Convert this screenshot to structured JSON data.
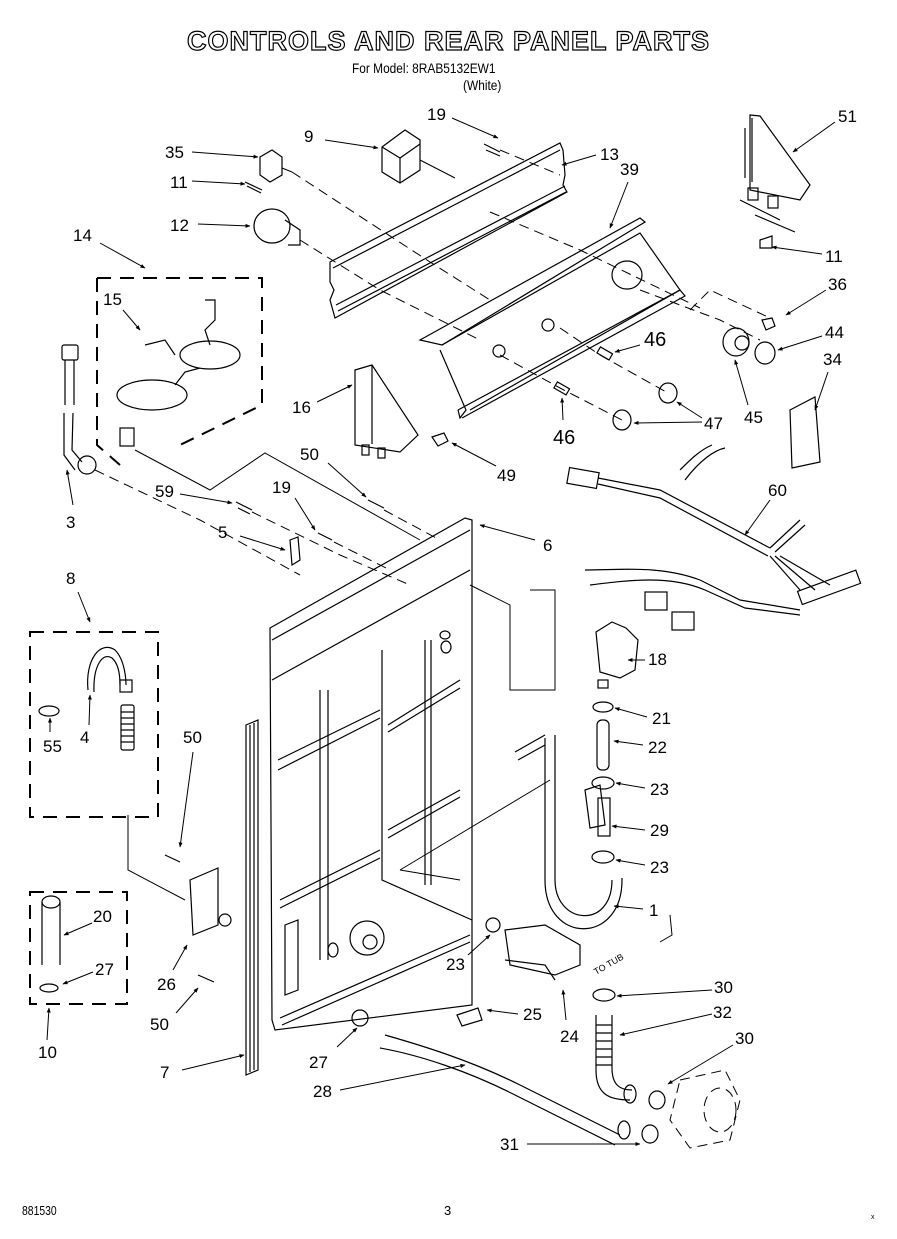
{
  "header": {
    "title": "CONTROLS AND REAR PANEL PARTS",
    "model_line": "For Model: 8RAB5132EW1",
    "color_line": "(White)"
  },
  "footer": {
    "doc_number": "881530",
    "page_number": "3",
    "mark": "x"
  },
  "annotation": {
    "to_tub": "TO TUB"
  },
  "callouts": [
    {
      "id": "c-19-top",
      "label": "19"
    },
    {
      "id": "c-9",
      "label": "9"
    },
    {
      "id": "c-35",
      "label": "35"
    },
    {
      "id": "c-13",
      "label": "13"
    },
    {
      "id": "c-39",
      "label": "39"
    },
    {
      "id": "c-51",
      "label": "51"
    },
    {
      "id": "c-11-top",
      "label": "11"
    },
    {
      "id": "c-12",
      "label": "12"
    },
    {
      "id": "c-11-right",
      "label": "11"
    },
    {
      "id": "c-36",
      "label": "36"
    },
    {
      "id": "c-14",
      "label": "14"
    },
    {
      "id": "c-15",
      "label": "15"
    },
    {
      "id": "c-46-a",
      "label": "46"
    },
    {
      "id": "c-44",
      "label": "44"
    },
    {
      "id": "c-34",
      "label": "34"
    },
    {
      "id": "c-45",
      "label": "45"
    },
    {
      "id": "c-47",
      "label": "47"
    },
    {
      "id": "c-46-b",
      "label": "46"
    },
    {
      "id": "c-16",
      "label": "16"
    },
    {
      "id": "c-50-top",
      "label": "50"
    },
    {
      "id": "c-49",
      "label": "49"
    },
    {
      "id": "c-3",
      "label": "3"
    },
    {
      "id": "c-59",
      "label": "59"
    },
    {
      "id": "c-19-mid",
      "label": "19"
    },
    {
      "id": "c-60",
      "label": "60"
    },
    {
      "id": "c-6",
      "label": "6"
    },
    {
      "id": "c-5",
      "label": "5"
    },
    {
      "id": "c-8",
      "label": "8"
    },
    {
      "id": "c-18",
      "label": "18"
    },
    {
      "id": "c-4",
      "label": "4"
    },
    {
      "id": "c-55",
      "label": "55"
    },
    {
      "id": "c-50-mid",
      "label": "50"
    },
    {
      "id": "c-21",
      "label": "21"
    },
    {
      "id": "c-22",
      "label": "22"
    },
    {
      "id": "c-23-a",
      "label": "23"
    },
    {
      "id": "c-29",
      "label": "29"
    },
    {
      "id": "c-23-b",
      "label": "23"
    },
    {
      "id": "c-1",
      "label": "1"
    },
    {
      "id": "c-20",
      "label": "20"
    },
    {
      "id": "c-27-left",
      "label": "27"
    },
    {
      "id": "c-26",
      "label": "26"
    },
    {
      "id": "c-23-c",
      "label": "23"
    },
    {
      "id": "c-30-a",
      "label": "30"
    },
    {
      "id": "c-10",
      "label": "10"
    },
    {
      "id": "c-50-bot",
      "label": "50"
    },
    {
      "id": "c-25",
      "label": "25"
    },
    {
      "id": "c-24",
      "label": "24"
    },
    {
      "id": "c-32",
      "label": "32"
    },
    {
      "id": "c-30-b",
      "label": "30"
    },
    {
      "id": "c-27-bot",
      "label": "27"
    },
    {
      "id": "c-7",
      "label": "7"
    },
    {
      "id": "c-28",
      "label": "28"
    },
    {
      "id": "c-31",
      "label": "31"
    }
  ]
}
